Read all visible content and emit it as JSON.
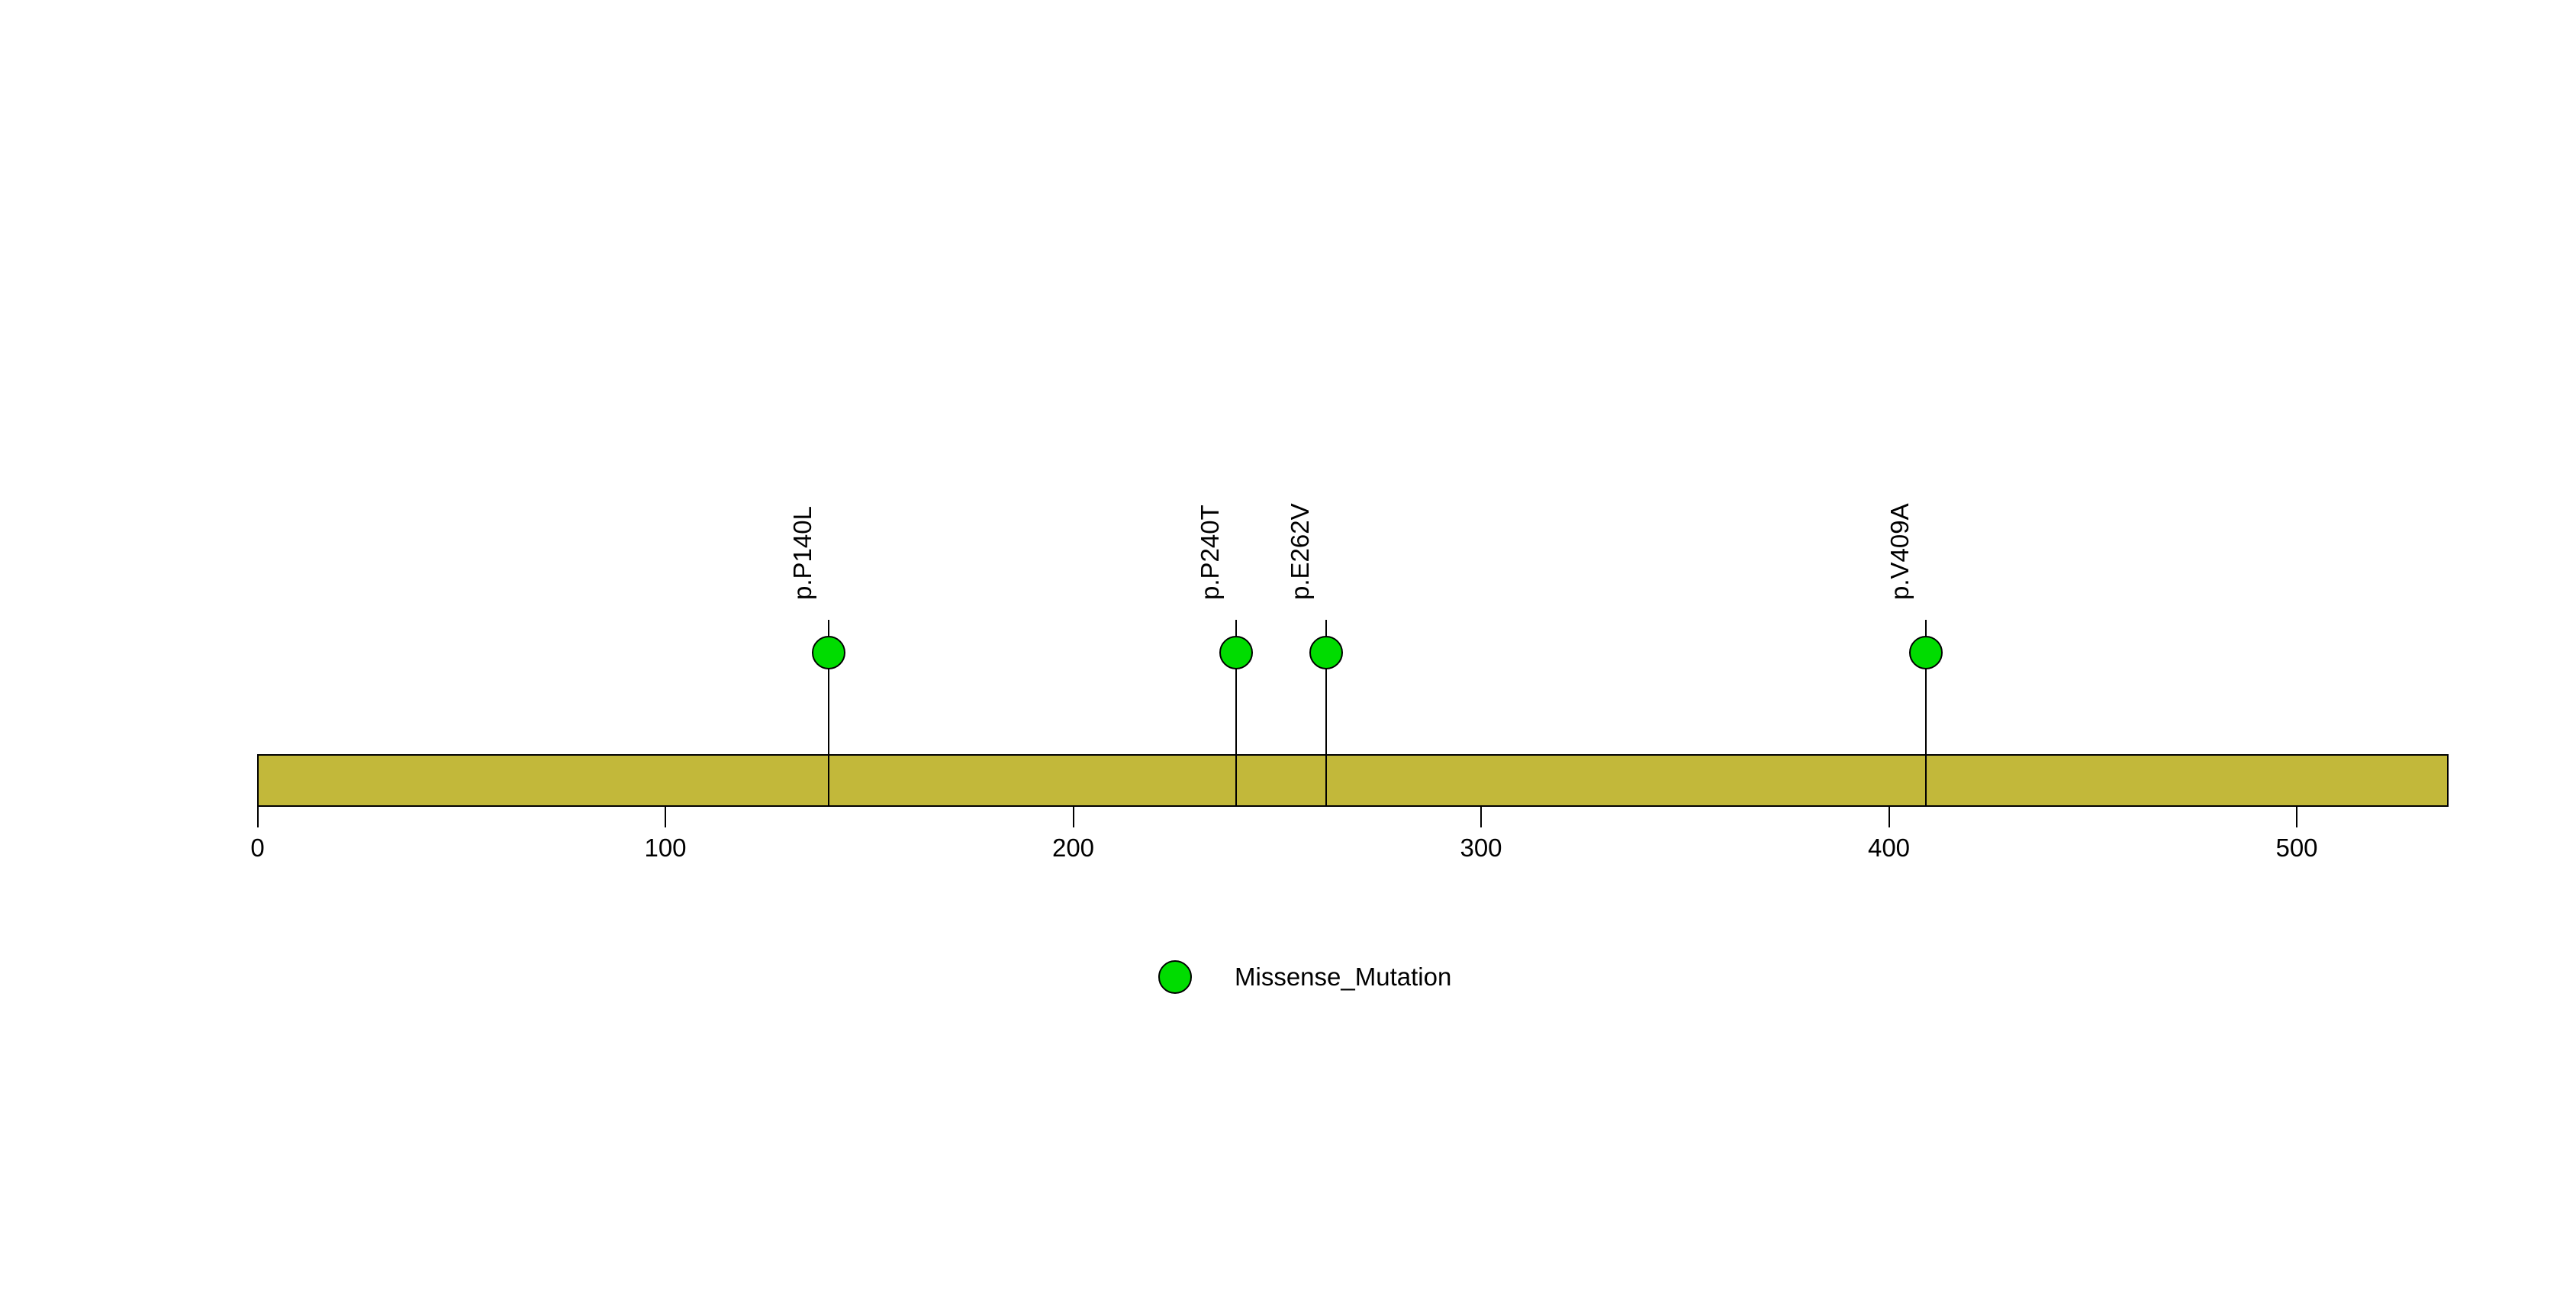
{
  "chart_data": {
    "type": "lollipop",
    "title": "",
    "xlabel": "",
    "ylabel": "",
    "xlim": [
      0,
      537
    ],
    "x_ticks": [
      0,
      100,
      200,
      300,
      400,
      500
    ],
    "grid": false,
    "legend_position": "bottom-center",
    "backbone": {
      "start": 0,
      "end": 537,
      "color": "#C2B83A"
    },
    "mutations": [
      {
        "label": "p.P140L",
        "position": 140,
        "type": "Missense_Mutation"
      },
      {
        "label": "p.P240T",
        "position": 240,
        "type": "Missense_Mutation"
      },
      {
        "label": "p.E262V",
        "position": 262,
        "type": "Missense_Mutation"
      },
      {
        "label": "p.V409A",
        "position": 409,
        "type": "Missense_Mutation"
      }
    ],
    "legend": [
      {
        "label": "Missense_Mutation",
        "color": "#00DC00"
      }
    ],
    "colors": {
      "backbone": "#C2B83A",
      "missense": "#00DC00",
      "outline": "#000000",
      "text": "#000000"
    }
  }
}
